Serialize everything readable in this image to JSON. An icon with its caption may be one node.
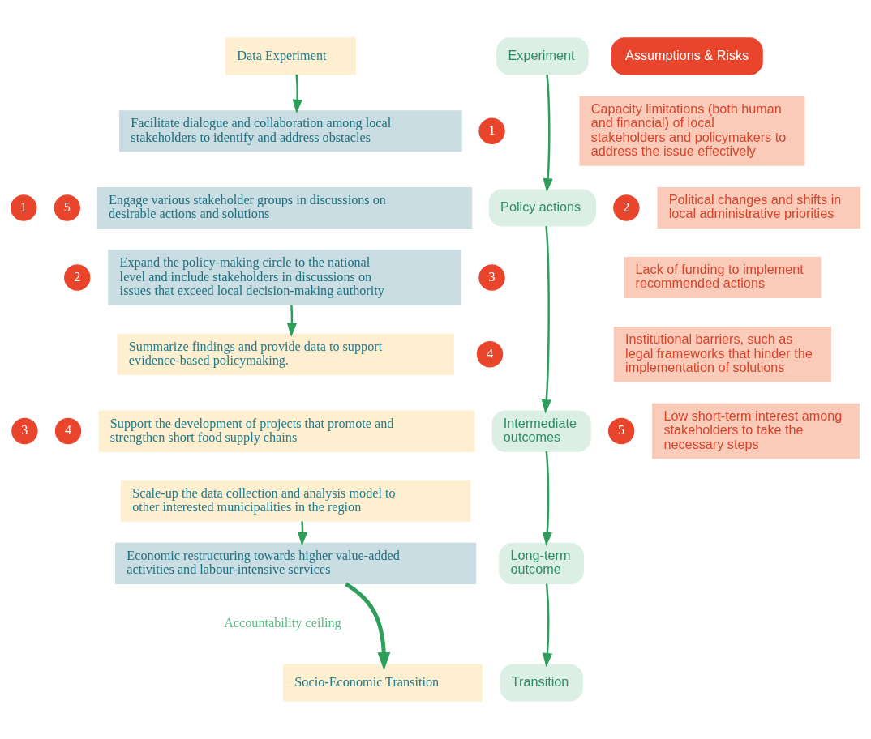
{
  "diagram": {
    "nodes": [
      {
        "text": [
          "Data Experiment"
        ]
      },
      {
        "text": [
          "Experiment"
        ]
      },
      {
        "text": [
          "Assumptions & Risks"
        ]
      },
      {
        "text": [
          "Facilitate dialogue and collaboration among local stakeholders to identify and address obstacles"
        ]
      },
      {
        "text": [
          "1"
        ]
      },
      {
        "text": [
          "Capacity limitations (both human and financial) of local stakeholders and policymakers to address the issue effectively"
        ]
      },
      {
        "text": [
          "1"
        ]
      },
      {
        "text": [
          "5"
        ]
      },
      {
        "text": [
          "Engage various stakeholder groups in discussions on desirable actions and solutions"
        ]
      },
      {
        "text": [
          "Policy actions"
        ]
      },
      {
        "text": [
          "2"
        ]
      },
      {
        "text": [
          "Political changes and shifts in local administrative priorities"
        ]
      },
      {
        "text": [
          "2"
        ]
      },
      {
        "text": [
          "Expand the policy-making circle to the national level and include stakeholders in discussions on issues that exceed local decision-making authority"
        ]
      },
      {
        "text": [
          "3"
        ]
      },
      {
        "text": [
          "Lack of funding to implement recommended actions"
        ]
      },
      {
        "text": [
          "4"
        ]
      },
      {
        "text": [
          "Institutional barriers, such as legal frameworks that hinder the implementation of solutions"
        ]
      },
      {
        "text": [
          "Summarize findings and provide data to support evidence-based policymaking."
        ]
      },
      {
        "text": [
          "5"
        ]
      },
      {
        "text": [
          "Low short-term interest among stakeholders to take the necessary steps"
        ]
      },
      {
        "text": [
          "3"
        ]
      },
      {
        "text": [
          "4"
        ]
      },
      {
        "text": [
          "Support the development of projects that promote and strengthen short food supply chains"
        ]
      },
      {
        "text": [
          "Intermediate outcomes"
        ]
      },
      {
        "text": [
          "Scale-up the data collection and analysis model to other interested municipalities in the region"
        ]
      },
      {
        "text": [
          "Economic restructuring towards higher value-added activities and labour-intensive services"
        ]
      },
      {
        "text": [
          "Long-term outcome"
        ]
      },
      {
        "text": [
          "Socio-Economic Transition"
        ]
      },
      {
        "text": [
          "Transition"
        ]
      }
    ],
    "edges": [
      {
        "from": 0,
        "to": 3,
        "arrow": "to"
      },
      {
        "from": 13,
        "to": 18,
        "arrow": "to"
      },
      {
        "from": 25,
        "to": 26,
        "arrow": "to"
      },
      {
        "from": 26,
        "to": 28,
        "arrow": "to",
        "style": "thick"
      },
      {
        "from": 1,
        "to": 9,
        "arrow": "to"
      },
      {
        "from": 9,
        "to": 24,
        "arrow": "to"
      },
      {
        "from": 24,
        "to": 27,
        "arrow": "to"
      },
      {
        "from": 27,
        "to": 29,
        "arrow": "to"
      }
    ],
    "labels": [
      "Accountability ceiling"
    ]
  }
}
